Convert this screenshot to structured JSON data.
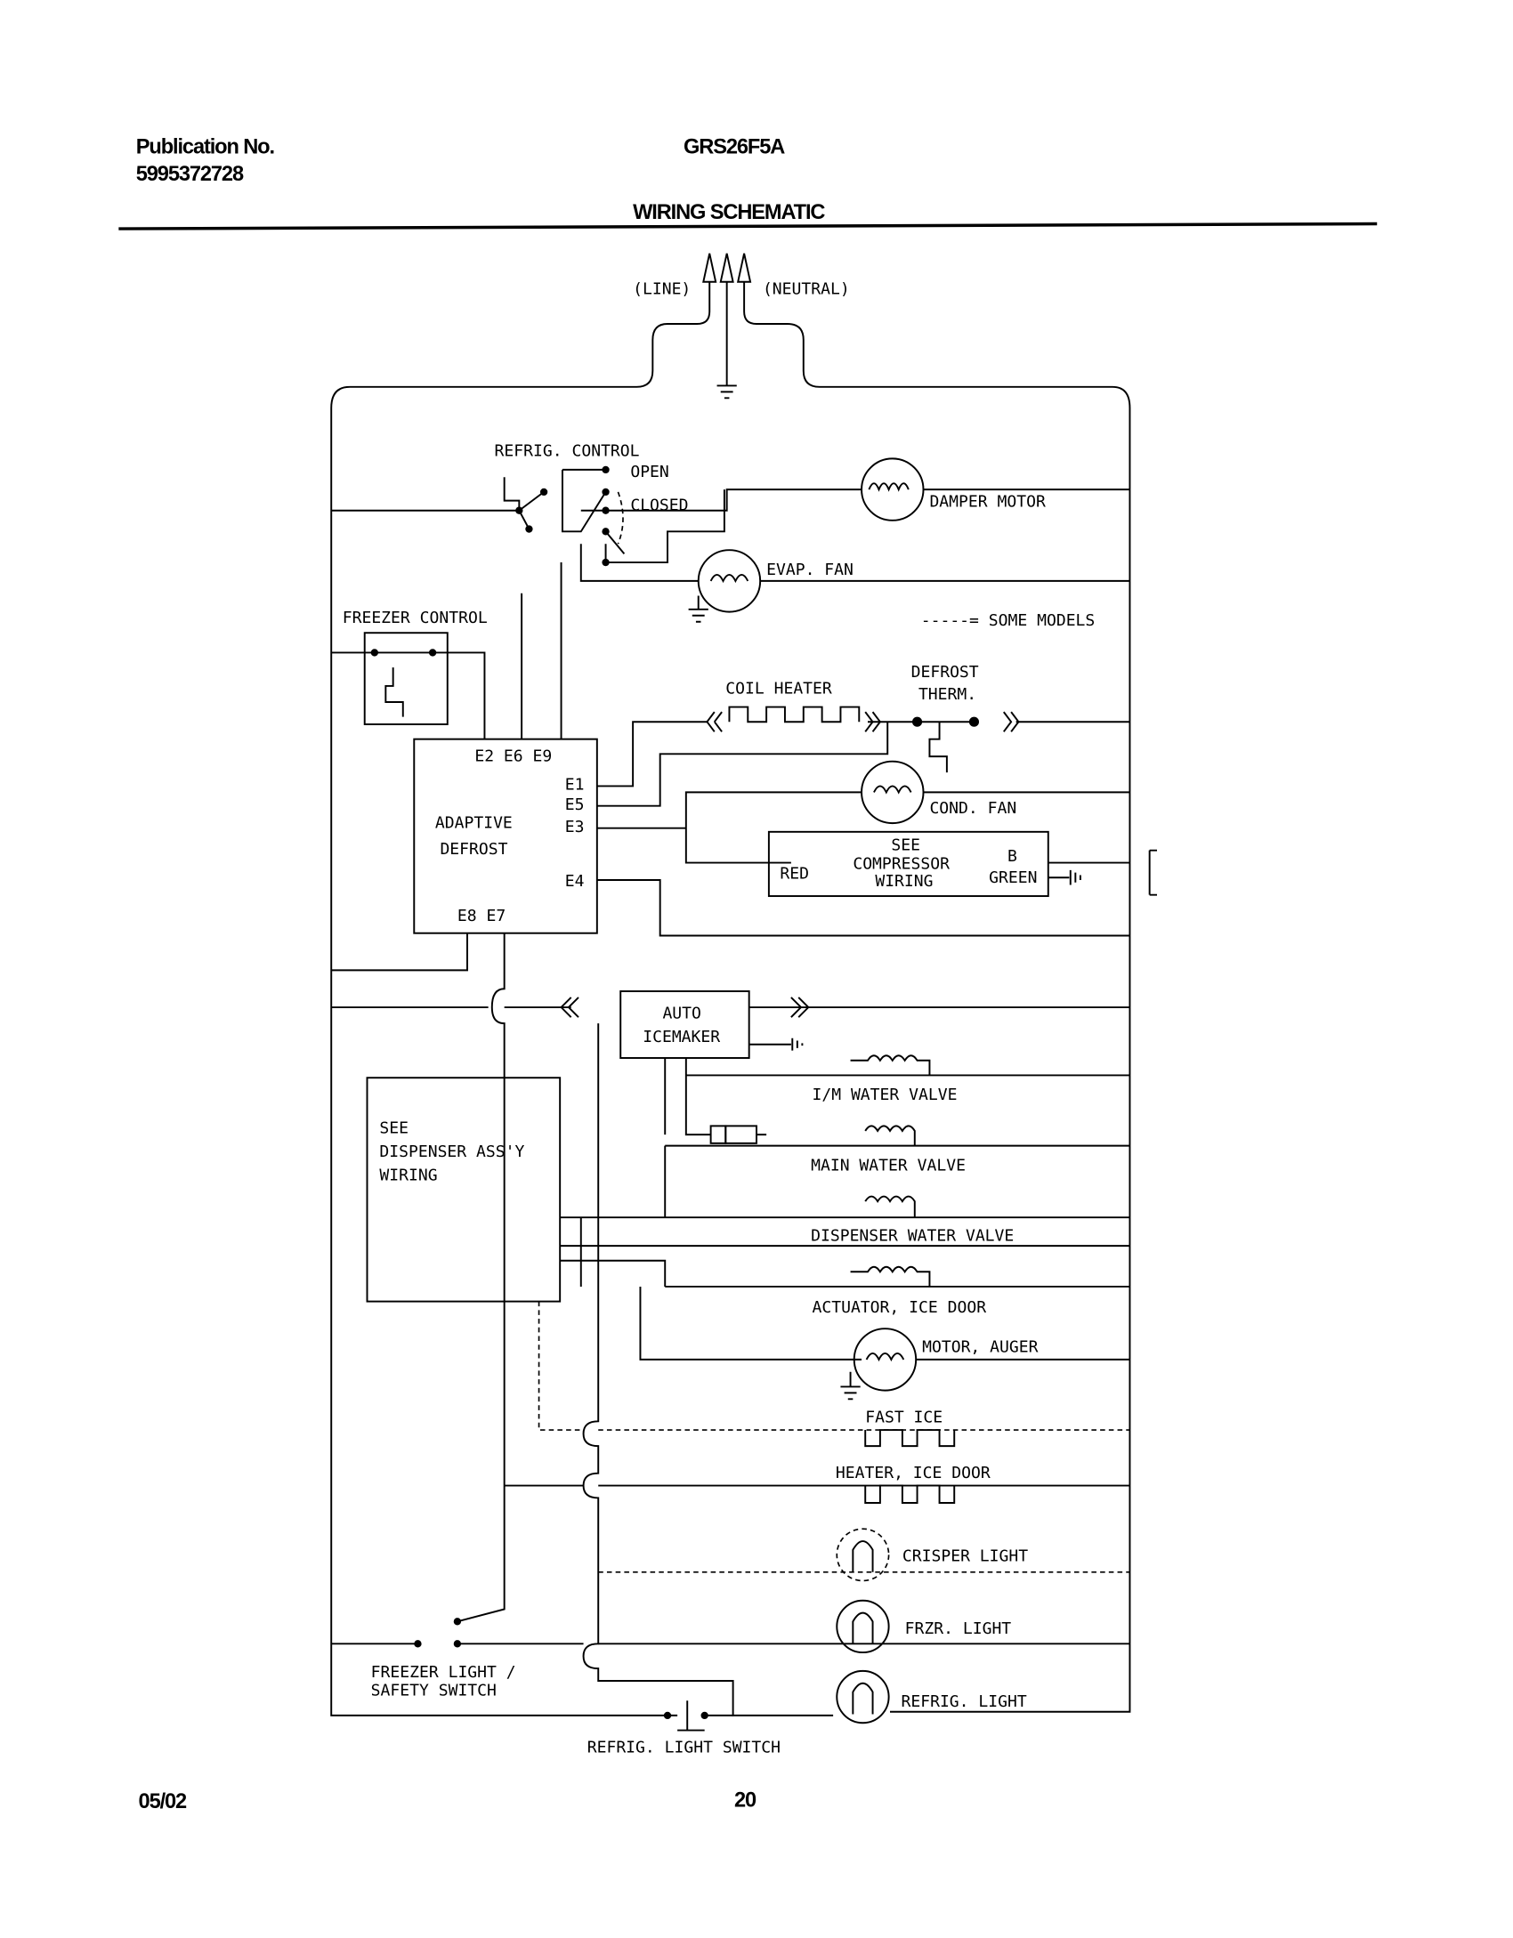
{
  "header": {
    "publication_label": "Publication No.",
    "publication_number": "5995372728",
    "model": "GRS26F5A",
    "title": "WIRING SCHEMATIC"
  },
  "footer": {
    "date": "05/02",
    "page": "20"
  },
  "diagram": {
    "line": "(LINE)",
    "neutral": "(NEUTRAL)",
    "refrig_control": "REFRIG. CONTROL",
    "open": "OPEN",
    "closed": "CLOSED",
    "damper_motor": "DAMPER MOTOR",
    "evap_fan": "EVAP. FAN",
    "freezer_control": "FREEZER CONTROL",
    "some_models": "-----= SOME MODELS",
    "coil_heater": "COIL HEATER",
    "defrost_therm_1": "DEFROST",
    "defrost_therm_2": "THERM.",
    "adaptive_defrost_1": "ADAPTIVE",
    "adaptive_defrost_2": "DEFROST",
    "terminals_top": "E2  E6  E9",
    "e1": "E1",
    "e5": "E5",
    "e3": "E3",
    "e4": "E4",
    "terminals_bottom": "E8  E7",
    "cond_fan": "COND. FAN",
    "compressor_see": "SEE",
    "compressor_1": "COMPRESSOR",
    "compressor_2": "WIRING",
    "red": "RED",
    "b": "B",
    "green": "GREEN",
    "icemaker_1": "AUTO",
    "icemaker_2": "ICEMAKER",
    "im_water_valve": "I/M WATER VALVE",
    "main_water_valve": "MAIN WATER VALVE",
    "dispenser_water_valve": "DISPENSER WATER VALVE",
    "actuator_ice_door": "ACTUATOR, ICE DOOR",
    "dispenser_see": "SEE",
    "dispenser_1": "DISPENSER ASS'Y",
    "dispenser_2": "WIRING",
    "motor_auger": "MOTOR, AUGER",
    "fast_ice": "FAST ICE",
    "heater_ice_door": "HEATER, ICE DOOR",
    "crisper_light": "CRISPER LIGHT",
    "frzr_light": "FRZR. LIGHT",
    "refrig_light": "REFRIG. LIGHT",
    "freezer_switch_1": "FREEZER LIGHT /",
    "freezer_switch_2": "SAFETY SWITCH",
    "refrig_light_switch": "REFRIG. LIGHT SWITCH"
  }
}
